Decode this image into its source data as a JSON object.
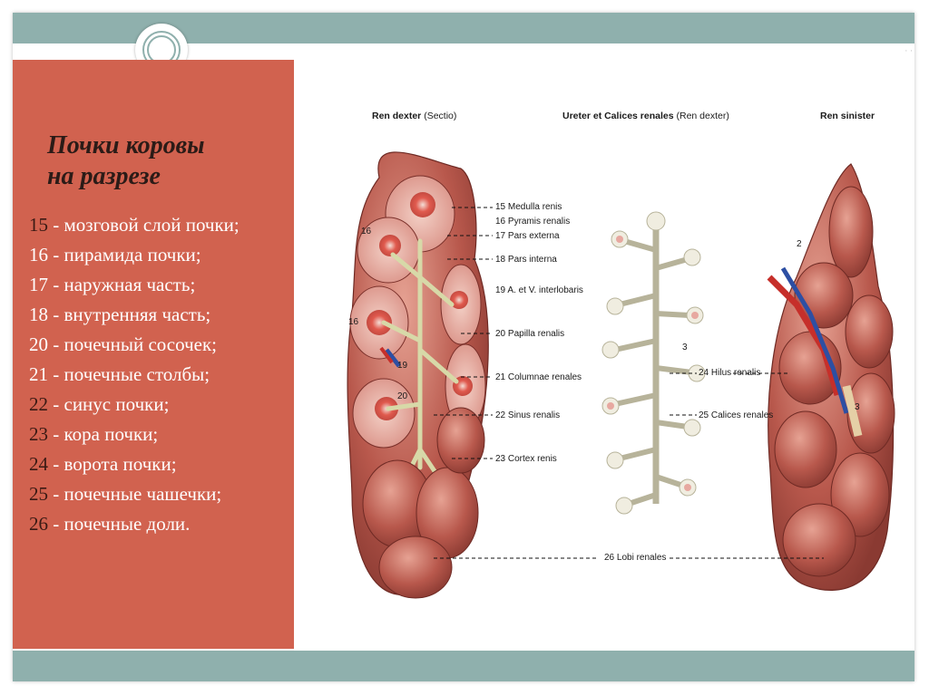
{
  "slide": {
    "title_line1": "Почки коровы",
    "title_line2": "на разрезе",
    "legend": [
      {
        "num": "15",
        "text": "мозговой слой почки;"
      },
      {
        "num": "16",
        "text": "пирамида почки;"
      },
      {
        "num": "17",
        "text": "наружная часть;"
      },
      {
        "num": "18",
        "text": "внутренняя часть;"
      },
      {
        "num": "20",
        "text": "почечный сосочек;"
      },
      {
        "num": "21",
        "text": "почечные столбы;"
      },
      {
        "num": "22",
        "text": "синус почки;"
      },
      {
        "num": "23",
        "text": "кора почки;"
      },
      {
        "num": "24",
        "text": "ворота почки;"
      },
      {
        "num": "25",
        "text": "почечные чашечки;"
      },
      {
        "num": "26",
        "text": "почечные доли."
      }
    ],
    "separator": " - ",
    "colors": {
      "accent_bar": "#8fb0ad",
      "left_panel": "#d1624f",
      "kidney_tissue": "#b8584c",
      "medulla": "#e8a9a0"
    }
  },
  "figure": {
    "heading_left": "Ren dexter",
    "heading_left_sub": "(Sectio)",
    "heading_center": "Ureter et Calices renales",
    "heading_center_sub": "(Ren dexter)",
    "heading_right": "Ren sinister",
    "labels": [
      "15 Medulla renis",
      "16 Pyramis renalis",
      "17 Pars externa",
      "18 Pars interna",
      "19 A. et V. interlobaris",
      "20 Papilla renalis",
      "21 Columnae renales",
      "22 Sinus renalis",
      "23 Cortex renis",
      "24 Hilus renalis",
      "25 Calices renales",
      "26 Lobi renales"
    ],
    "small_marks": [
      "16",
      "16",
      "19",
      "20",
      "3",
      "2",
      "3"
    ]
  }
}
